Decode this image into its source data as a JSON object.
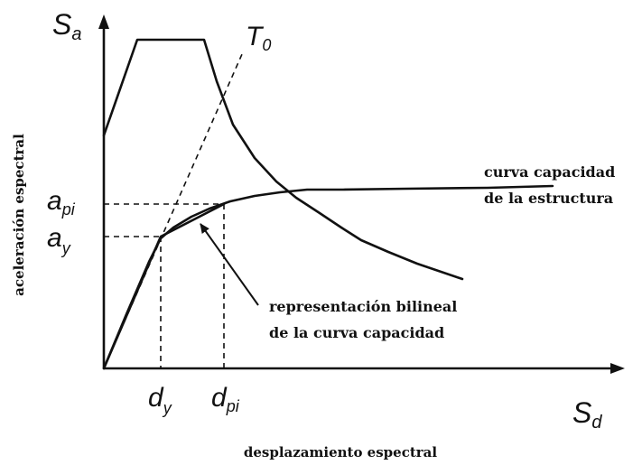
{
  "axes": {
    "y_symbol": "S",
    "y_sub": "a",
    "x_symbol": "S",
    "x_sub": "d",
    "y_title": "aceleración espectral",
    "x_title": "desplazamiento espectral"
  },
  "period_label": {
    "symbol": "T",
    "sub": "0"
  },
  "y_ticks": {
    "api": {
      "symbol": "a",
      "sub": "pi"
    },
    "ay": {
      "symbol": "a",
      "sub": "y"
    }
  },
  "x_ticks": {
    "dy": {
      "symbol": "d",
      "sub": "y"
    },
    "dpi": {
      "symbol": "d",
      "sub": "pi"
    }
  },
  "annotations": {
    "capacity_curve": {
      "line1": "curva capacidad",
      "line2": "de la estructura"
    },
    "bilinear": {
      "line1": "representación bilineal",
      "line2": "de la curva capacidad"
    }
  }
}
